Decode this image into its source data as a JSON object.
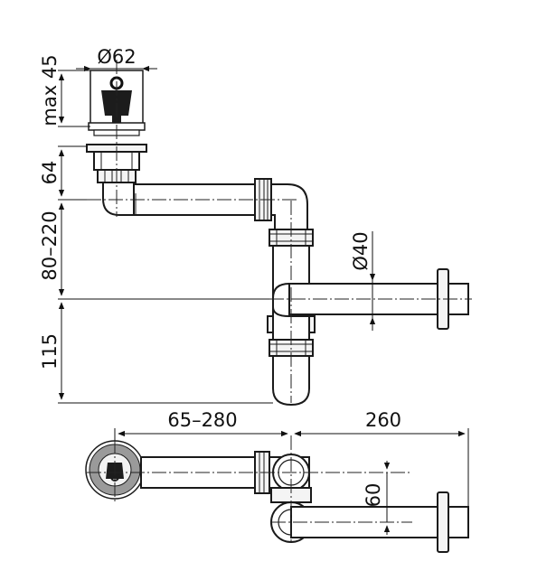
{
  "dimensions": {
    "strainer_diameter": "Ø62",
    "max_height": "max 45",
    "flange_height": "64",
    "drop_range": "80–220",
    "trap_depth": "115",
    "outlet_diameter": "Ø40",
    "horizontal_offset": "65–280",
    "outlet_length": "260",
    "outlet_offset": "60"
  },
  "colors": {
    "line": "#1a1a1a",
    "strainer_fill": "#9a9a9a",
    "background": "#ffffff"
  }
}
